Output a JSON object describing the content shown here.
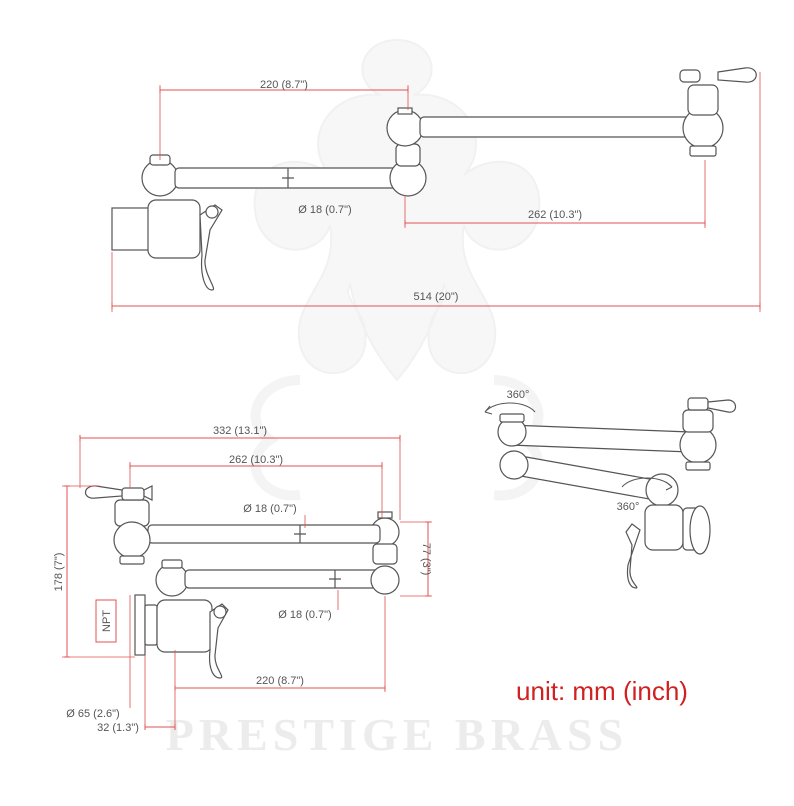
{
  "diagram": {
    "watermark": "PRESTIGE BRASS",
    "unit_note": "unit: mm (inch)",
    "colors": {
      "dimension": "#e05050",
      "outline": "#555555",
      "unit_text": "#d02020",
      "watermark": "#ececec"
    },
    "top_view": {
      "arm_length": "220 (8.7\")",
      "diameter": "Ø 18 (0.7\")",
      "spout_reach": "262 (10.3\")",
      "total_length": "514 (20\")"
    },
    "side_view": {
      "length_outer": "332 (13.1\")",
      "length_upper": "262 (10.3\")",
      "diameter_upper": "Ø 18 (0.7\")",
      "height_total": "178 (7\")",
      "height_arm": "77 (3\")",
      "thread_label": "NPT",
      "diameter_lower": "Ø 18 (0.7\")",
      "length_lower": "220 (8.7\")",
      "flange_diameter": "Ø 65 (2.6\")",
      "flange_depth": "32 (1.3\")"
    },
    "rotation_view": {
      "rotation_top": "360°",
      "rotation_bottom": "360°"
    }
  }
}
